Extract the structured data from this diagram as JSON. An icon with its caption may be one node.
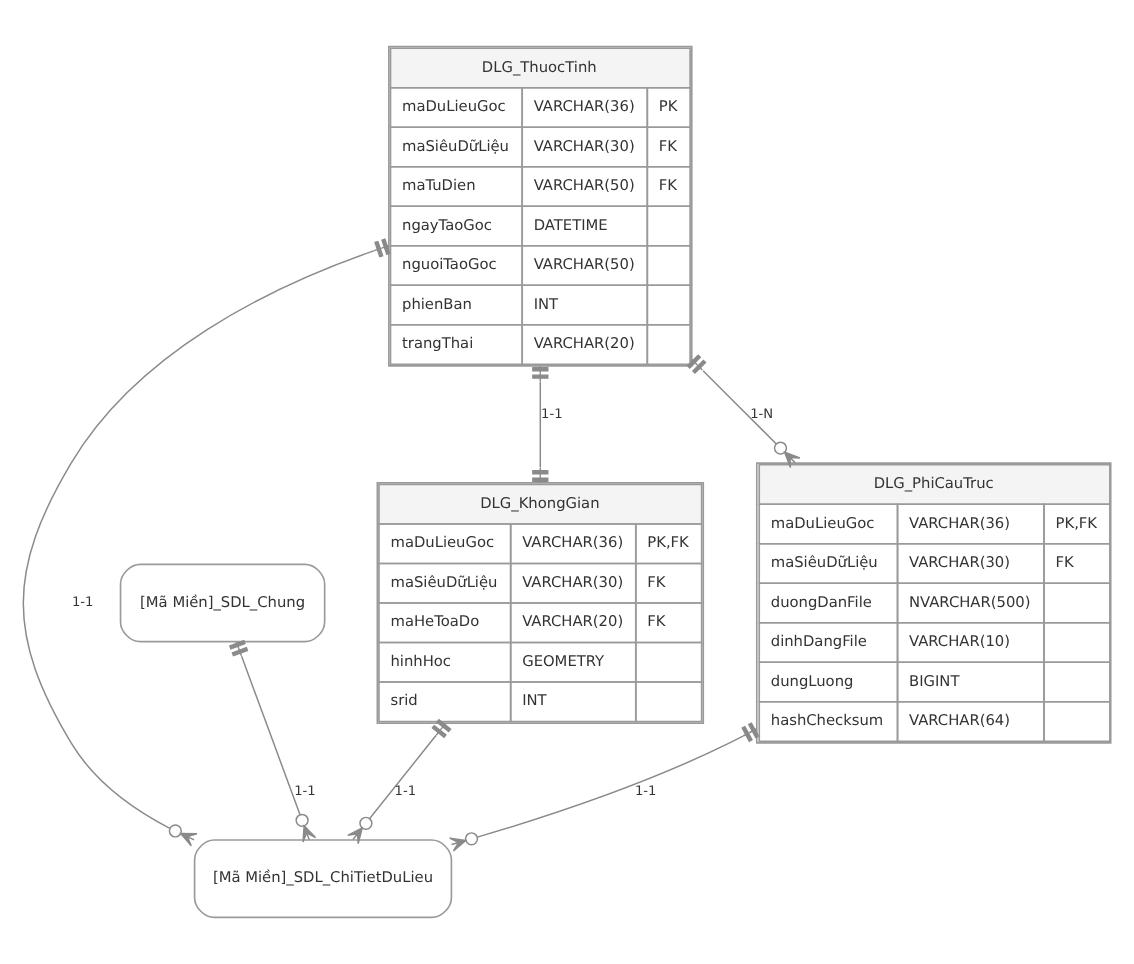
{
  "diagram": {
    "nodes": [
      {
        "text": [
          "DLG_ThuocTinh",
          "maDuLieuGoc VARCHAR(36) PK",
          "maSiêuDữLiệu VARCHAR(30) FK",
          "maTuDien VARCHAR(50) FK",
          "ngayTaoGoc DATETIME",
          "nguoiTaoGoc VARCHAR(50)",
          "phienBan INT",
          "trangThai VARCHAR(20)"
        ]
      },
      {
        "text": [
          "[Mã Miền]_SDL_Chung"
        ]
      },
      {
        "text": [
          "DLG_KhongGian",
          "maDuLieuGoc VARCHAR(36) PK,FK",
          "maSiêuDữLiệu VARCHAR(30) FK",
          "maHeToaDo VARCHAR(20) FK",
          "hinhHoc GEOMETRY",
          "srid INT"
        ]
      },
      {
        "text": [
          "DLG_PhiCauTruc",
          "maDuLieuGoc VARCHAR(36) PK,FK",
          "maSiêuDữLiệu VARCHAR(30) FK",
          "duongDanFile NVARCHAR(500)",
          "dinhDangFile VARCHAR(10)",
          "dungLuong BIGINT",
          "hashChecksum VARCHAR(64)"
        ]
      },
      {
        "text": [
          "[Mã Miền]_SDL_ChiTietDuLieu"
        ]
      }
    ],
    "edges": [
      {
        "from": 0,
        "to": 2,
        "arrow": "other",
        "label": "1-1"
      },
      {
        "from": 0,
        "to": 3,
        "arrow": "other",
        "label": "1-N"
      },
      {
        "from": 0,
        "to": 4,
        "arrow": "other",
        "label": "1-1"
      },
      {
        "from": 1,
        "to": 4,
        "arrow": "other",
        "label": "1-1"
      },
      {
        "from": 2,
        "to": 4,
        "arrow": "other",
        "label": "1-1"
      },
      {
        "from": 3,
        "to": 4,
        "arrow": "other",
        "label": "1-1"
      }
    ]
  }
}
